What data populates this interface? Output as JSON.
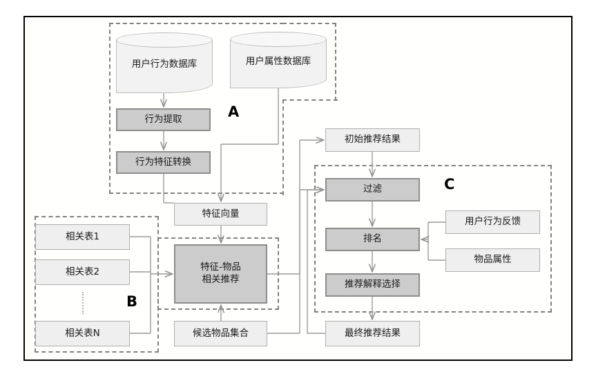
{
  "diagram": {
    "title": "Recommendation system architecture flowchart",
    "groups": [
      {
        "id": "A",
        "label": "A"
      },
      {
        "id": "B",
        "label": "B"
      },
      {
        "id": "C",
        "label": "C"
      }
    ],
    "datastores": [
      {
        "id": "user-behavior-db",
        "label": "用户行为数据库"
      },
      {
        "id": "user-attribute-db",
        "label": "用户属性数据库"
      }
    ],
    "nodes": [
      {
        "id": "behavior-extraction",
        "label": "行为提取",
        "style": "dark"
      },
      {
        "id": "behavior-feature-transform",
        "label": "行为特征转换",
        "style": "dark"
      },
      {
        "id": "feature-vector",
        "label": "特征向量",
        "style": "light"
      },
      {
        "id": "relation-table-1",
        "label": "相关表1",
        "style": "light"
      },
      {
        "id": "relation-table-2",
        "label": "相关表2",
        "style": "light"
      },
      {
        "id": "relation-table-n",
        "label": "相关表N",
        "style": "light"
      },
      {
        "id": "feature-item-recommend",
        "label": "特征-物品\n相关推荐",
        "line1": "特征-物品",
        "line2": "相关推荐",
        "style": "dark"
      },
      {
        "id": "candidate-item-set",
        "label": "候选物品集合",
        "style": "light"
      },
      {
        "id": "initial-recommend-result",
        "label": "初始推荐结果",
        "style": "light"
      },
      {
        "id": "filter",
        "label": "过滤",
        "style": "dark"
      },
      {
        "id": "ranking",
        "label": "排名",
        "style": "dark"
      },
      {
        "id": "recommend-explanation-selection",
        "label": "推荐解释选择",
        "style": "dark"
      },
      {
        "id": "final-recommend-result",
        "label": "最终推荐结果",
        "style": "light"
      },
      {
        "id": "user-behavior-feedback",
        "label": "用户行为反馈",
        "style": "light"
      },
      {
        "id": "item-attribute",
        "label": "物品属性",
        "style": "light"
      }
    ],
    "colors": {
      "frame": "#000000",
      "dashed_group": "#808080",
      "node_light_fill": "#efefef",
      "node_light_border": "#adadad",
      "node_dark_fill": "#cccccc",
      "node_dark_border": "#8c8c8c",
      "cylinder_fill": "#f2f2f2",
      "cylinder_border": "#bdbdbd",
      "connector": "#9a9a9a",
      "background": "#ffffff"
    }
  }
}
